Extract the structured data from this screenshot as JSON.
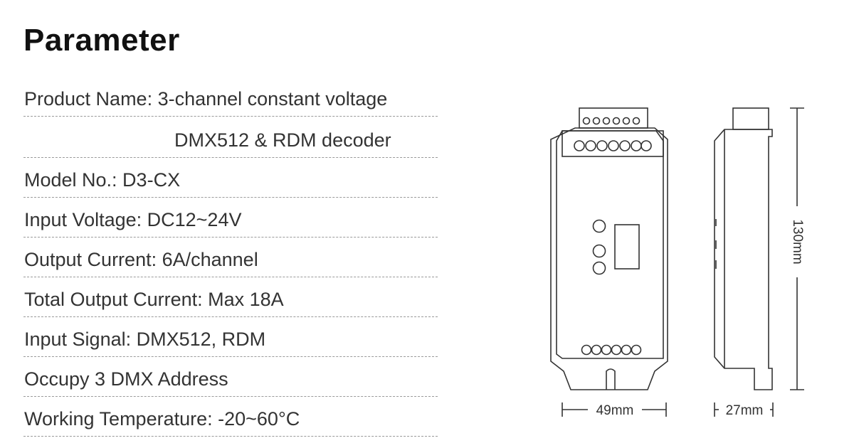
{
  "title": "Parameter",
  "params": [
    "Product Name: 3-channel constant voltage",
    "DMX512 & RDM decoder",
    "Model No.: D3-CX",
    "Input Voltage: DC12~24V",
    "Output Current: 6A/channel",
    "Total Output Current: Max 18A",
    "Input Signal: DMX512, RDM",
    "Occupy 3 DMX Address",
    "Working Temperature: -20~60°C"
  ],
  "dimensions": {
    "width": "49mm",
    "height": "130mm",
    "depth": "27mm"
  }
}
